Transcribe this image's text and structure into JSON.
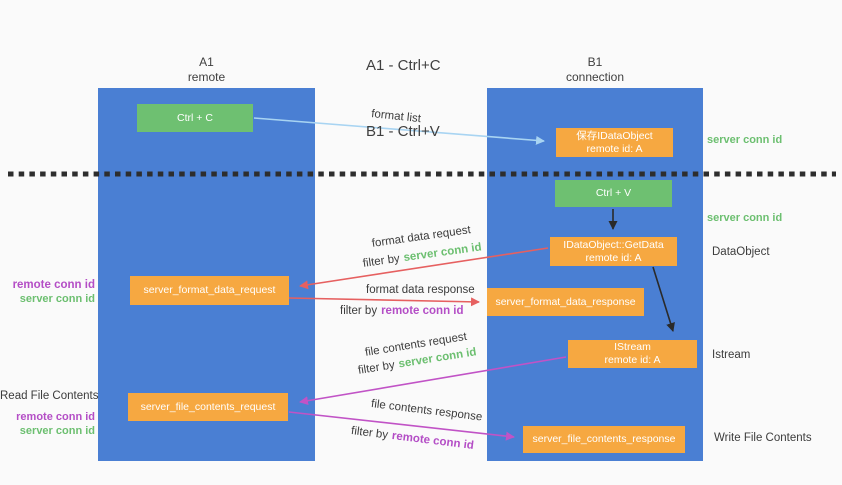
{
  "title": {
    "line1": "A1 - Ctrl+C",
    "line2": "B1 - Ctrl+V"
  },
  "columns": {
    "left": {
      "name": "A1",
      "role": "remote"
    },
    "right": {
      "name": "B1",
      "role": "connection"
    }
  },
  "nodes": {
    "ctrl_c": "Ctrl + C",
    "ctrl_v": "Ctrl + V",
    "save_dataobject_line1": "保存IDataObject",
    "save_dataobject_line2": "remote id: A",
    "getdata_line1": "IDataObject::GetData",
    "getdata_line2": "remote id: A",
    "istream_line1": "IStream",
    "istream_line2": "remote id: A",
    "format_request": "server_format_data_request",
    "format_response": "server_format_data_response",
    "file_request": "server_file_contents_request",
    "file_response": "server_file_contents_response"
  },
  "labels": {
    "format_list": "format list",
    "filter_by": "filter by",
    "server_conn_id": "server conn id",
    "remote_conn_id": "remote conn id",
    "format_data_request": "format data request",
    "format_data_response": "format data response",
    "file_contents_request": "file contents request",
    "file_contents_response": "file contents response",
    "dataobject": "DataObject",
    "istream": "Istream",
    "read_file_contents": "Read File Contents",
    "write_file_contents": "Write File Contents"
  },
  "colors": {
    "background": "#fafafa",
    "column_blue": "#4a7fd3",
    "node_green": "#6ec071",
    "node_orange": "#f6a841",
    "arrow_light_blue": "#a8d4f2",
    "arrow_red": "#e66060",
    "arrow_magenta": "#c153c6",
    "arrow_black": "#2a2a2a",
    "divider_black": "#2d2d2d",
    "text_green": "#6cbf70",
    "text_purple": "#b44ec6",
    "text_dark": "#3c3c3c"
  }
}
